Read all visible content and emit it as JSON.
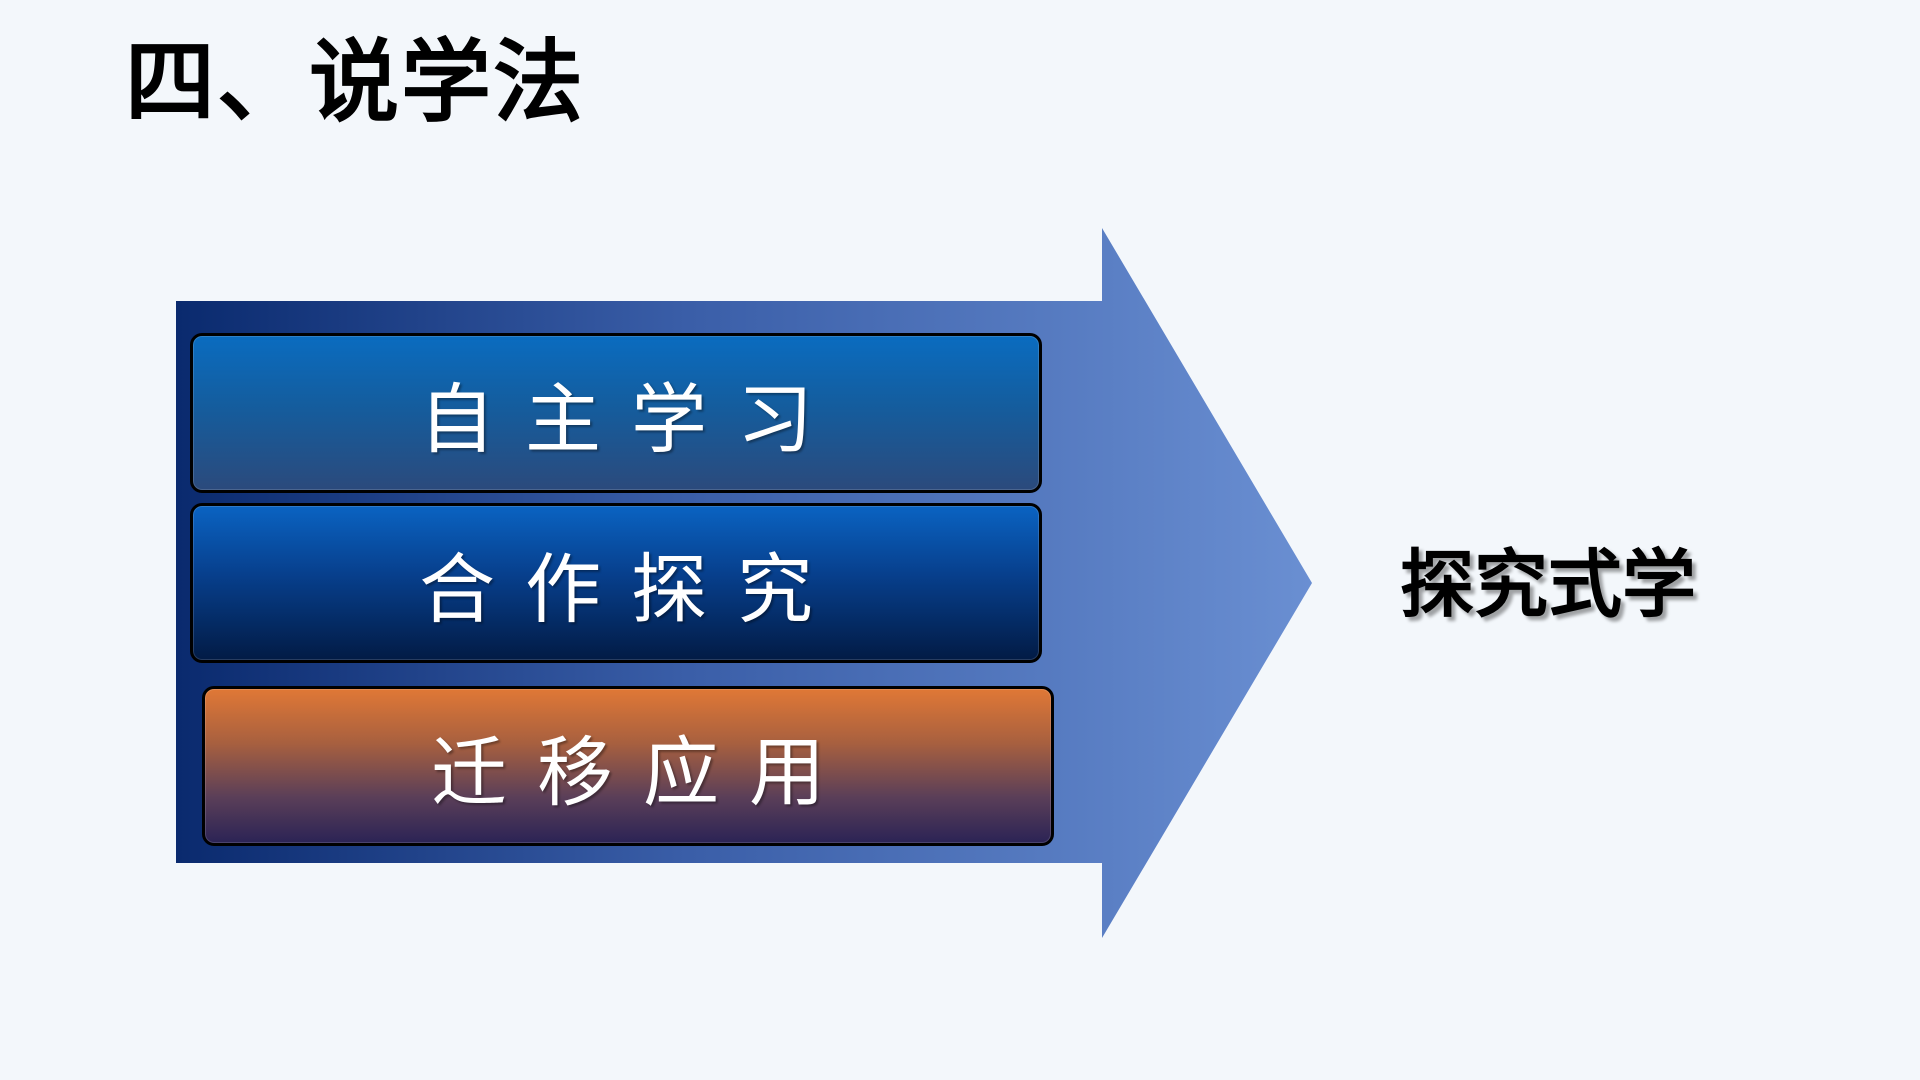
{
  "slide": {
    "title": "四、说学法"
  },
  "methods": [
    {
      "label": "自主学习"
    },
    {
      "label": "合作探究"
    },
    {
      "label": "迁移应用"
    }
  ],
  "result": {
    "label": "探究式学"
  },
  "colors": {
    "background": "#f3f7fb",
    "arrow_dark": "#0a2a6e",
    "arrow_light": "#6a8fd2",
    "box_blue": "#0a6cc0",
    "box_navy": "#021b45",
    "box_orange": "#e07836"
  }
}
